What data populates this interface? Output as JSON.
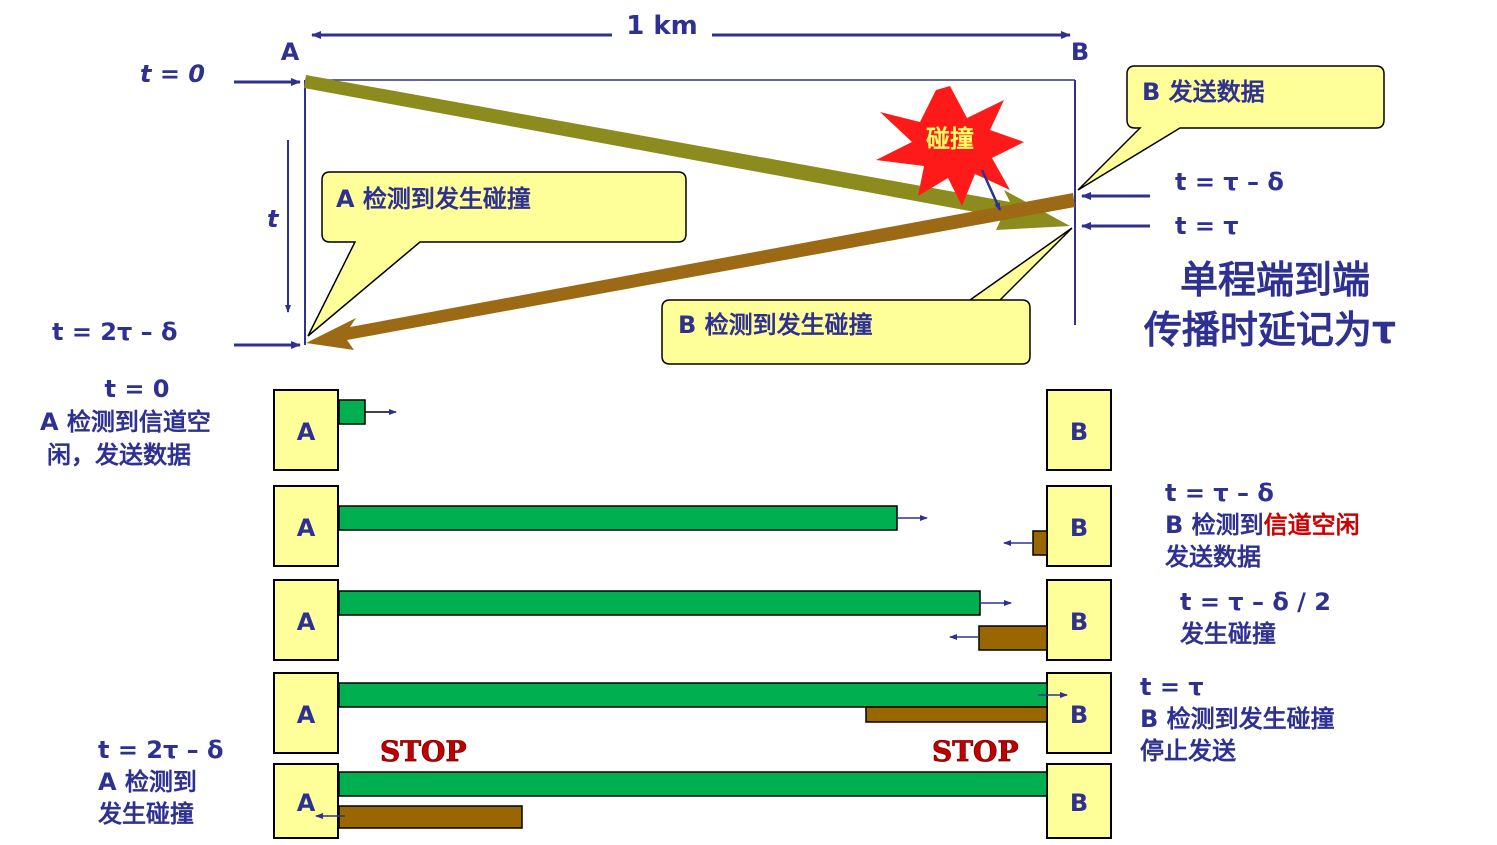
{
  "colors": {
    "navy": "#2e3192",
    "callout_fill": "#ffff99",
    "box_fill": "#ffff99",
    "green_frame": "#00b050",
    "brown_frame": "#996600",
    "olive_arrow": "#8c8c1e",
    "brown_arrow": "#9c6a14",
    "star_red": "#ff1a1a",
    "star_text": "#ffff66",
    "stop_red": "#c00000",
    "highlight_red": "#cc0000"
  },
  "top": {
    "distance_label": "1 km",
    "node_a": "A",
    "node_b": "B",
    "t_zero_label": "t = 0",
    "t_axis_label": "t",
    "t_2tau_label": "t = 2τ – δ",
    "t_tau_minus_delta": "t = τ – δ",
    "t_tau": "t = τ",
    "callout_b_sends": "B 发送数据",
    "collision_star": "碰撞",
    "callout_a_detects": "A 检测到发生碰撞",
    "callout_b_detects": "B 检测到发生碰撞",
    "note_line1": "单程端到端",
    "note_line2": "传播时延记为τ"
  },
  "stages": [
    {
      "a": "A",
      "b": "B"
    },
    {
      "a": "A",
      "b": "B"
    },
    {
      "a": "A",
      "b": "B"
    },
    {
      "a": "A",
      "b": "B"
    },
    {
      "a": "A",
      "b": "B"
    }
  ],
  "annotations": {
    "s1_time": "t = 0",
    "s1_line1": "A 检测到信道空",
    "s1_line2": "闲，发送数据",
    "s2_time": "t = τ – δ",
    "s2_line1_prefix": "B 检测到",
    "s2_line1_red": "信道空闲",
    "s2_line2": "发送数据",
    "s3_time": "t = τ – δ / 2",
    "s3_line1": "发生碰撞",
    "s4_time": "t = τ",
    "s4_line1": "B 检测到发生碰撞",
    "s4_line2": "停止发送",
    "s5_time": "t = 2τ – δ",
    "s5_line1": "A 检测到",
    "s5_line2": "发生碰撞",
    "stop_left": "STOP",
    "stop_right": "STOP"
  }
}
